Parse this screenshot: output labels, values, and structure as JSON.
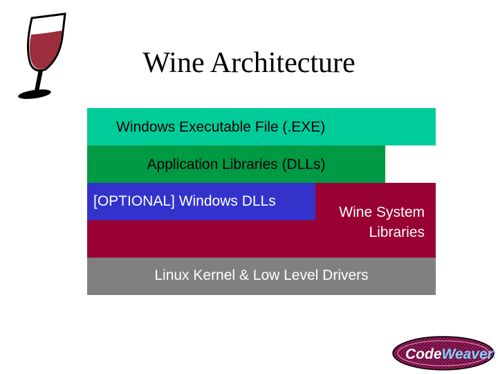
{
  "slide": {
    "title": "Wine Architecture"
  },
  "layers": {
    "exe": {
      "label": "Windows Executable File (.EXE)",
      "color": "#00cc99"
    },
    "app_libs": {
      "label": "Application Libraries (DLLs)",
      "color": "#009944"
    },
    "optional_dlls": {
      "label": "[OPTIONAL]  Windows DLLs",
      "color": "#3333cc"
    },
    "wine_system": {
      "label_line1": "Wine System",
      "label_line2": "Libraries",
      "color": "#990033"
    },
    "kernel": {
      "label": "Linux Kernel & Low Level Drivers",
      "color": "#808080"
    }
  },
  "logos": {
    "wine_glass": "wine-glass-logo",
    "codeweavers": {
      "icon": "codeweavers-logo",
      "text_code": "Code",
      "text_weavers": "Weavers"
    }
  }
}
